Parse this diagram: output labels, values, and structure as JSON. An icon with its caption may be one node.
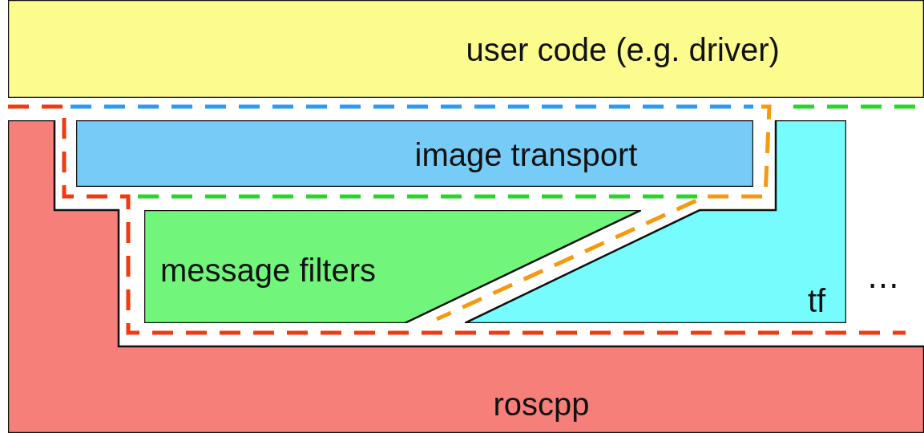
{
  "diagram": {
    "nodes": [
      {
        "text": [
          "user code (e.g. driver)"
        ]
      },
      {
        "text": [
          "roscpp"
        ]
      },
      {
        "text": [
          "image transport"
        ]
      },
      {
        "text": [
          "message filters"
        ]
      },
      {
        "text": [
          "tf"
        ]
      }
    ],
    "labels": [
      "⋯"
    ]
  }
}
